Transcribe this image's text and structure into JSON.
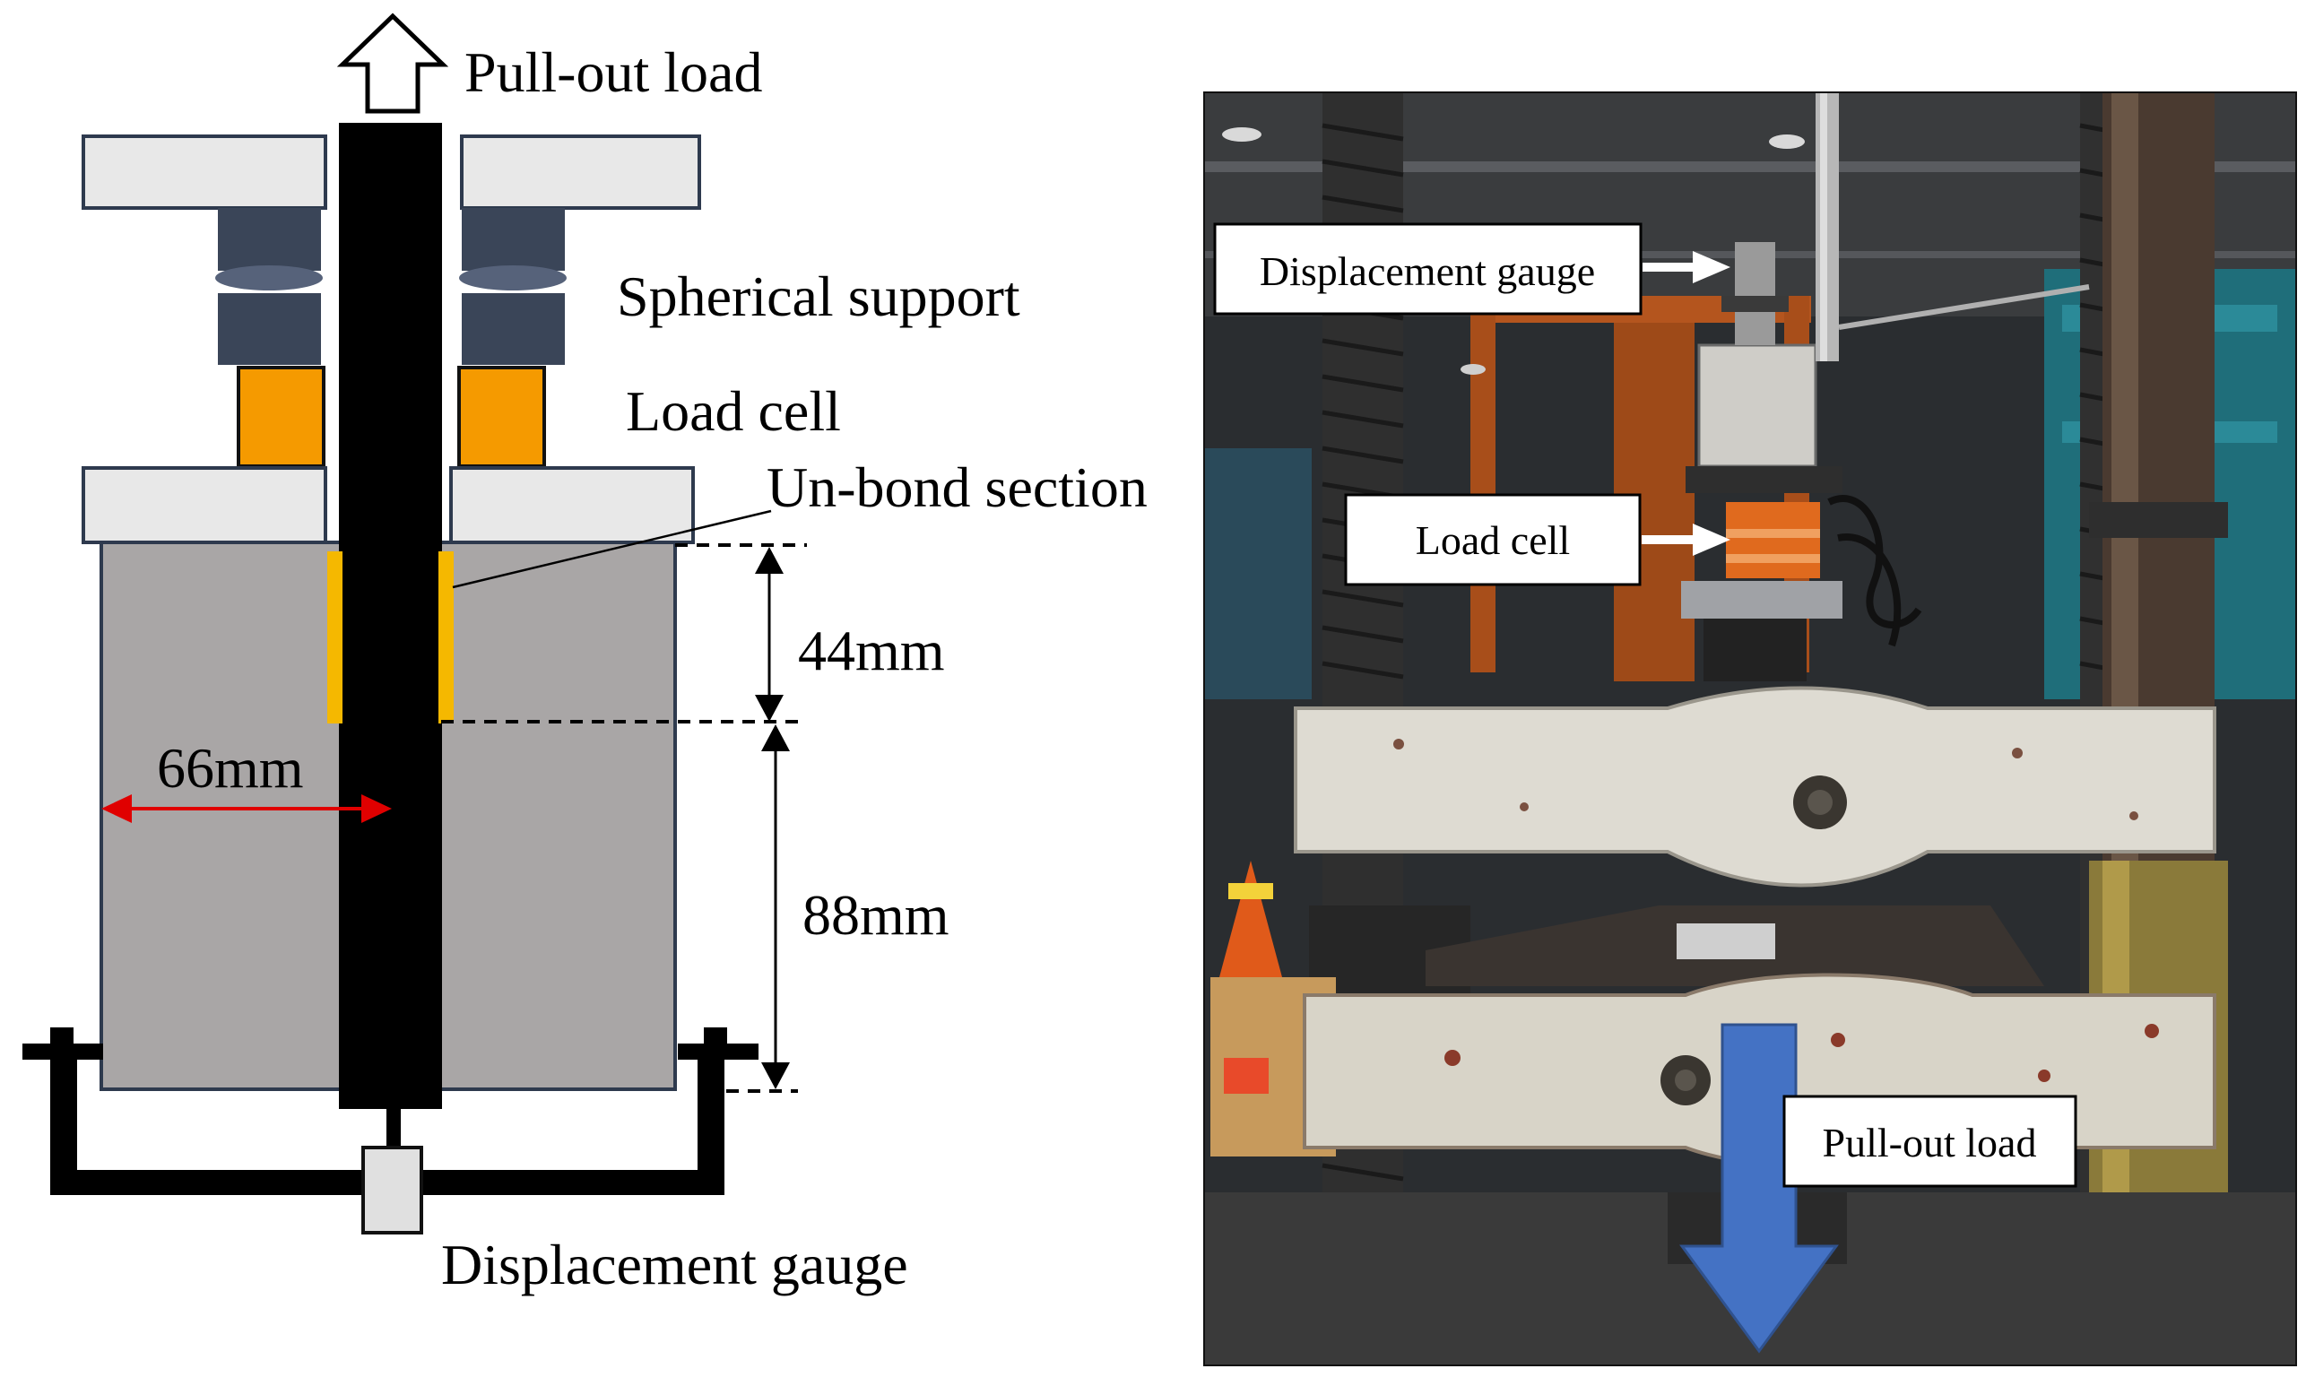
{
  "schematic": {
    "pull_out_load": "Pull-out load",
    "spherical_support": "Spherical support",
    "load_cell": "Load cell",
    "unbond_section": "Un-bond section",
    "dim_44": "44mm",
    "dim_88": "88mm",
    "dim_66": "66mm",
    "displacement_gauge": "Displacement gauge"
  },
  "photo": {
    "displacement_gauge": "Displacement gauge",
    "load_cell": "Load cell",
    "pull_out_load": "Pull-out load"
  },
  "colors": {
    "concrete": "#a9a6a6",
    "load_cell": "#f59a00",
    "unbond": "#f5b800",
    "plate": "#e8e8e8",
    "support": "#3a4558",
    "bar": "#000000",
    "dimension_66": "#e00000",
    "photo_arrow": "#4472c4"
  }
}
